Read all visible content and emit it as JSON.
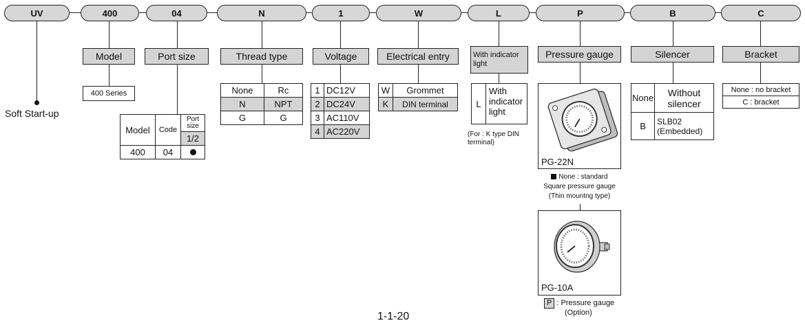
{
  "codes": [
    "UV",
    "400",
    "04",
    "N",
    "1",
    "W",
    "L",
    "P",
    "B",
    "C"
  ],
  "soft_start": "Soft Start-up",
  "model": {
    "header": "Model",
    "value": "400 Series"
  },
  "port_size": {
    "header": "Port size",
    "col_model": "Model",
    "col_code": "Code",
    "col_port": "Port size",
    "col_size": "1/2",
    "row_model": "400",
    "row_code": "04"
  },
  "thread_type": {
    "header": "Thread type",
    "rows": [
      [
        "None",
        "Rc"
      ],
      [
        "N",
        "NPT"
      ],
      [
        "G",
        "G"
      ]
    ]
  },
  "voltage": {
    "header": "Voltage",
    "rows": [
      [
        "1",
        "DC12V"
      ],
      [
        "2",
        "DC24V"
      ],
      [
        "3",
        "AC110V"
      ],
      [
        "4",
        "AC220V"
      ]
    ]
  },
  "electrical_entry": {
    "header": "Electrical entry",
    "rows": [
      [
        "W",
        "Grommet"
      ],
      [
        "K",
        "DIN terminal"
      ]
    ]
  },
  "indicator": {
    "header": "With indicator light",
    "code": "L",
    "label": "With indicator light",
    "note": "(For : K type DIN terminal)"
  },
  "pressure_gauge": {
    "header": "Pressure gauge",
    "model1": "PG-22N",
    "caption1": "None : standard",
    "caption2": "Square pressure gauge",
    "caption3": "(Thin mountng type)",
    "model2": "PG-10A",
    "opt_code": "P",
    "opt_label": ": Pressure gauge",
    "opt_label2": "(Option)"
  },
  "silencer": {
    "header": "Silencer",
    "rows": [
      [
        "None",
        "Without silencer"
      ],
      [
        "B",
        "SLB02 (Embedded)"
      ]
    ]
  },
  "bracket": {
    "header": "Bracket",
    "rows": [
      "None : no bracket",
      "C : bracket"
    ]
  },
  "page_number": "1-1-20"
}
